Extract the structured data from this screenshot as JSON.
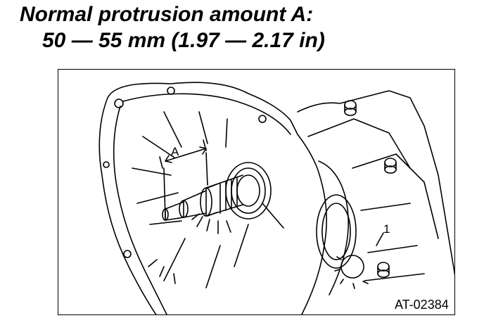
{
  "heading": {
    "line1": "Normal protrusion amount A:",
    "line2": "50 — 55 mm (1.97 — 2.17 in)"
  },
  "figure": {
    "dimension_label": "A",
    "part_callout": "1",
    "figure_id": "AT-02384"
  }
}
